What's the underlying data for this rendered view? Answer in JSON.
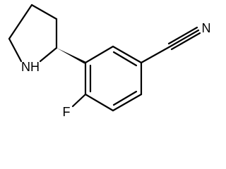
{
  "molecule": {
    "atom_labels": {
      "amine": "NH",
      "nitrile_n": "N",
      "fluorine": "F"
    },
    "stereo_bond": "wedge",
    "colors": {
      "bond": "#000000",
      "text": "#000000",
      "background": "#ffffff"
    }
  }
}
